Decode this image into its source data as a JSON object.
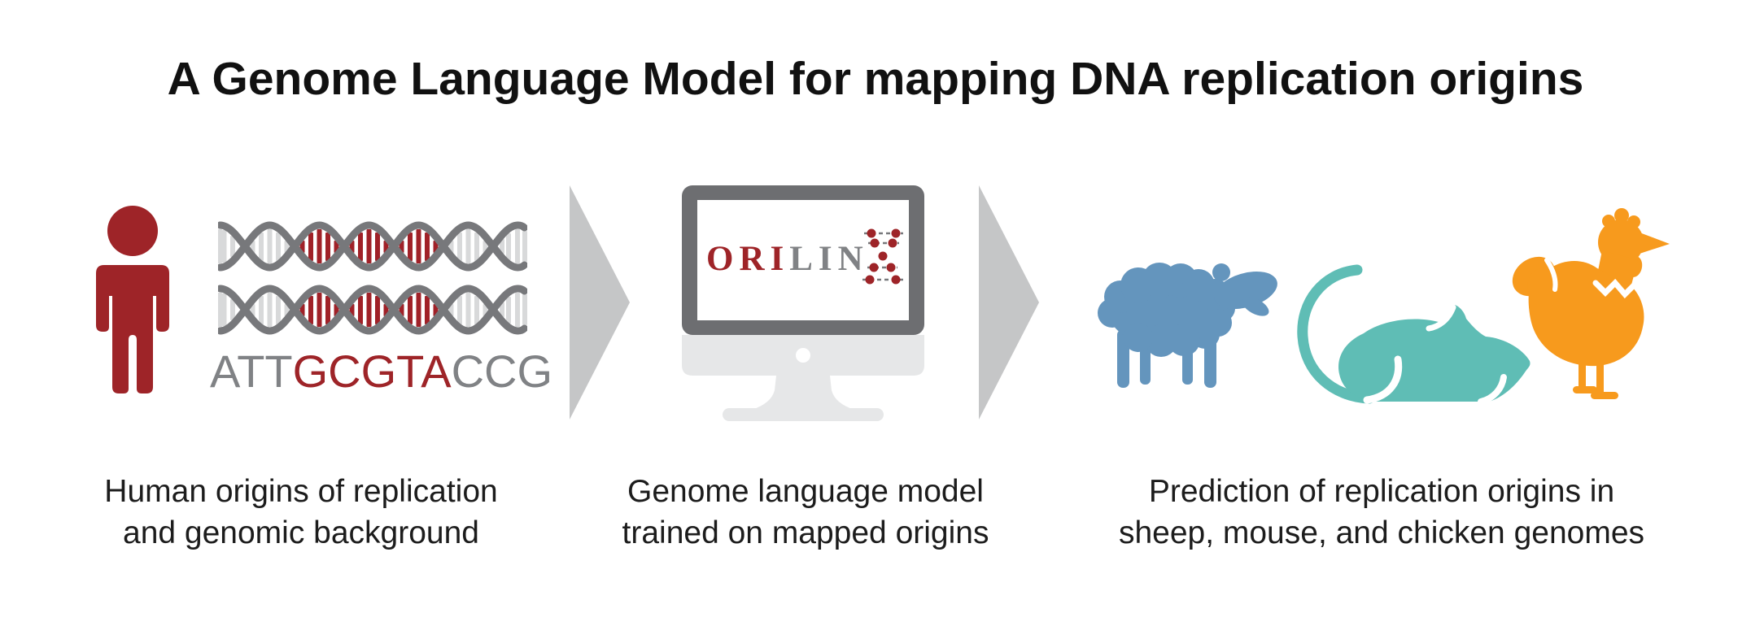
{
  "title": "A Genome Language Model for mapping DNA replication origins",
  "panels": {
    "input": {
      "caption_line1": "Human origins of replication",
      "caption_line2": "and genomic background",
      "sequence": {
        "prefix": "ATT",
        "highlight": "GCGTA",
        "suffix": "CCG"
      },
      "icons": [
        "human-icon",
        "dna-helix-icon"
      ]
    },
    "model": {
      "caption_line1": "Genome language model",
      "caption_line2": "trained on mapped origins",
      "logo": {
        "primary": "ORI",
        "secondary": "LIN",
        "mark": "dna-dots-icon"
      },
      "icons": [
        "monitor-icon"
      ]
    },
    "output": {
      "caption_line1": "Prediction of replication origins in",
      "caption_line2": "sheep, mouse, and chicken genomes",
      "icons": [
        "sheep-icon",
        "mouse-icon",
        "chicken-icon"
      ]
    }
  },
  "colors": {
    "accent_red": "#9e2428",
    "strand_gray": "#77787b",
    "bar_light_gray": "#d8d9da",
    "sequence_gray": "#808285",
    "bezel_gray": "#6d6e71",
    "device_light_gray": "#e6e7e8",
    "arrow_gray": "#c5c6c7",
    "sheep_blue": "#6495bd",
    "mouse_teal": "#5fbdb5",
    "chicken_orange": "#f79a1d",
    "text_black": "#1c1c1c"
  }
}
